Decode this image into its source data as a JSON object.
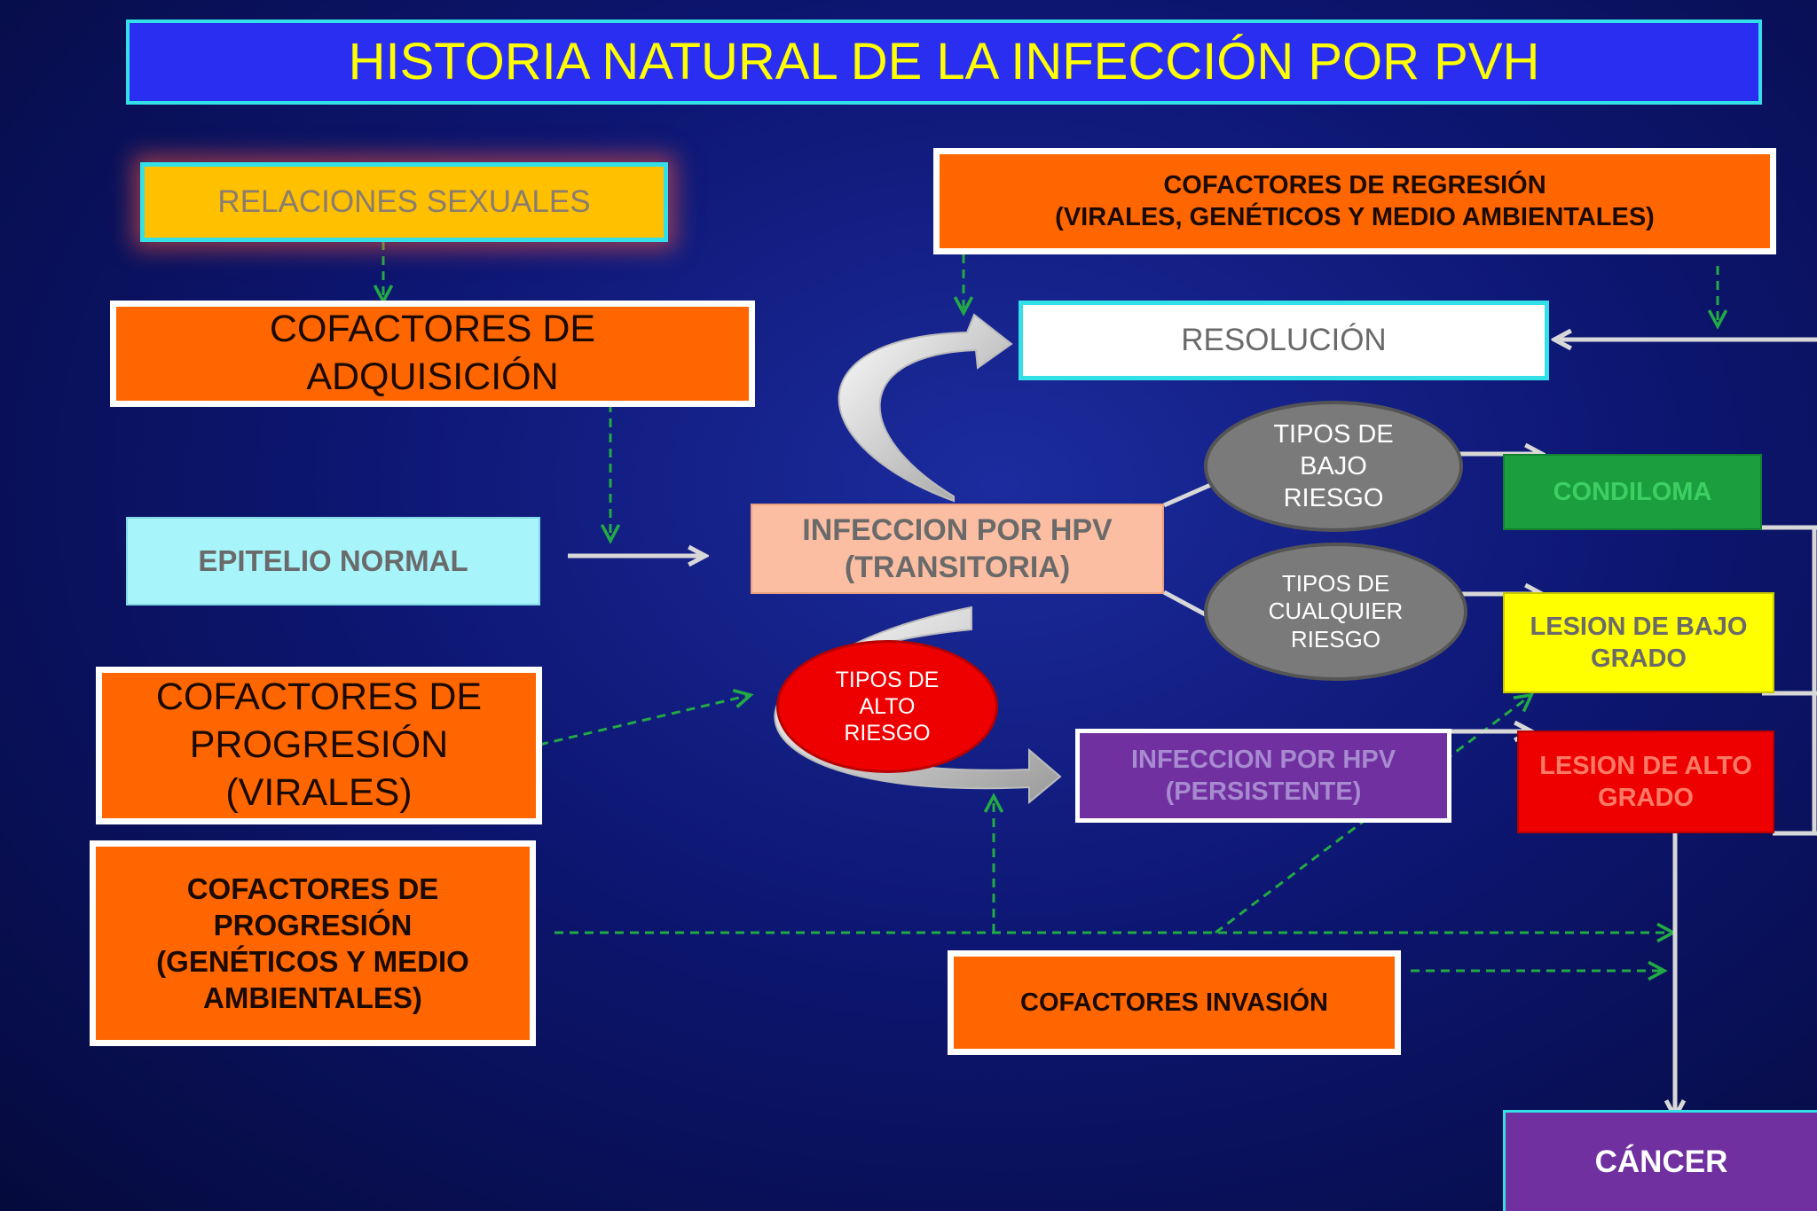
{
  "title": "HISTORIA NATURAL DE LA INFECCIÓN POR PVH",
  "nodes": {
    "relaciones": "RELACIONES SEXUALES",
    "cof_adquisicion": "COFACTORES DE\nADQUISICIÓN",
    "epitelio": "EPITELIO NORMAL",
    "cof_progresion_virales": "COFACTORES DE\nPROGRESIÓN\n(VIRALES)",
    "cof_progresion_geneticos": "COFACTORES DE\nPROGRESIÓN\n(GENÉTICOS Y MEDIO\nAMBIENTALES)",
    "cof_regresion": "COFACTORES DE REGRESIÓN\n(VIRALES, GENÉTICOS Y MEDIO AMBIENTALES)",
    "resolucion": "RESOLUCIÓN",
    "infeccion_transitoria": "INFECCION POR HPV\n(TRANSITORIA)",
    "tipos_bajo": "TIPOS DE\nBAJO\nRIESGO",
    "tipos_cualquier": "TIPOS DE\nCUALQUIER\nRIESGO",
    "tipos_alto": "TIPOS DE\nALTO\nRIESGO",
    "condiloma": "CONDILOMA",
    "lesion_bajo": "LESION DE BAJO\nGRADO",
    "lesion_alto": "LESION DE ALTO\nGRADO",
    "infeccion_persistente": "INFECCION POR HPV\n(PERSISTENTE)",
    "cof_invasion": "COFACTORES INVASIÓN",
    "cancer": "CÁNCER"
  },
  "colors": {
    "background": "#0d1672",
    "title_bg": "#2a2ef0",
    "title_text": "#ffff00",
    "orange": "#ff6600",
    "yellow_box": "#ffc000",
    "cyan_border": "#33e0e8",
    "epitelio_bg": "#a8f4fb",
    "transitoria_bg": "#fbbea2",
    "gray_ellipse": "#7a7a7a",
    "red_ellipse": "#ee0000",
    "condiloma_bg": "#1a9e3e",
    "lesion_bajo_bg": "#ffff00",
    "lesion_alto_bg": "#ee0000",
    "purple": "#7030a0",
    "dashed_green": "#22aa44"
  }
}
